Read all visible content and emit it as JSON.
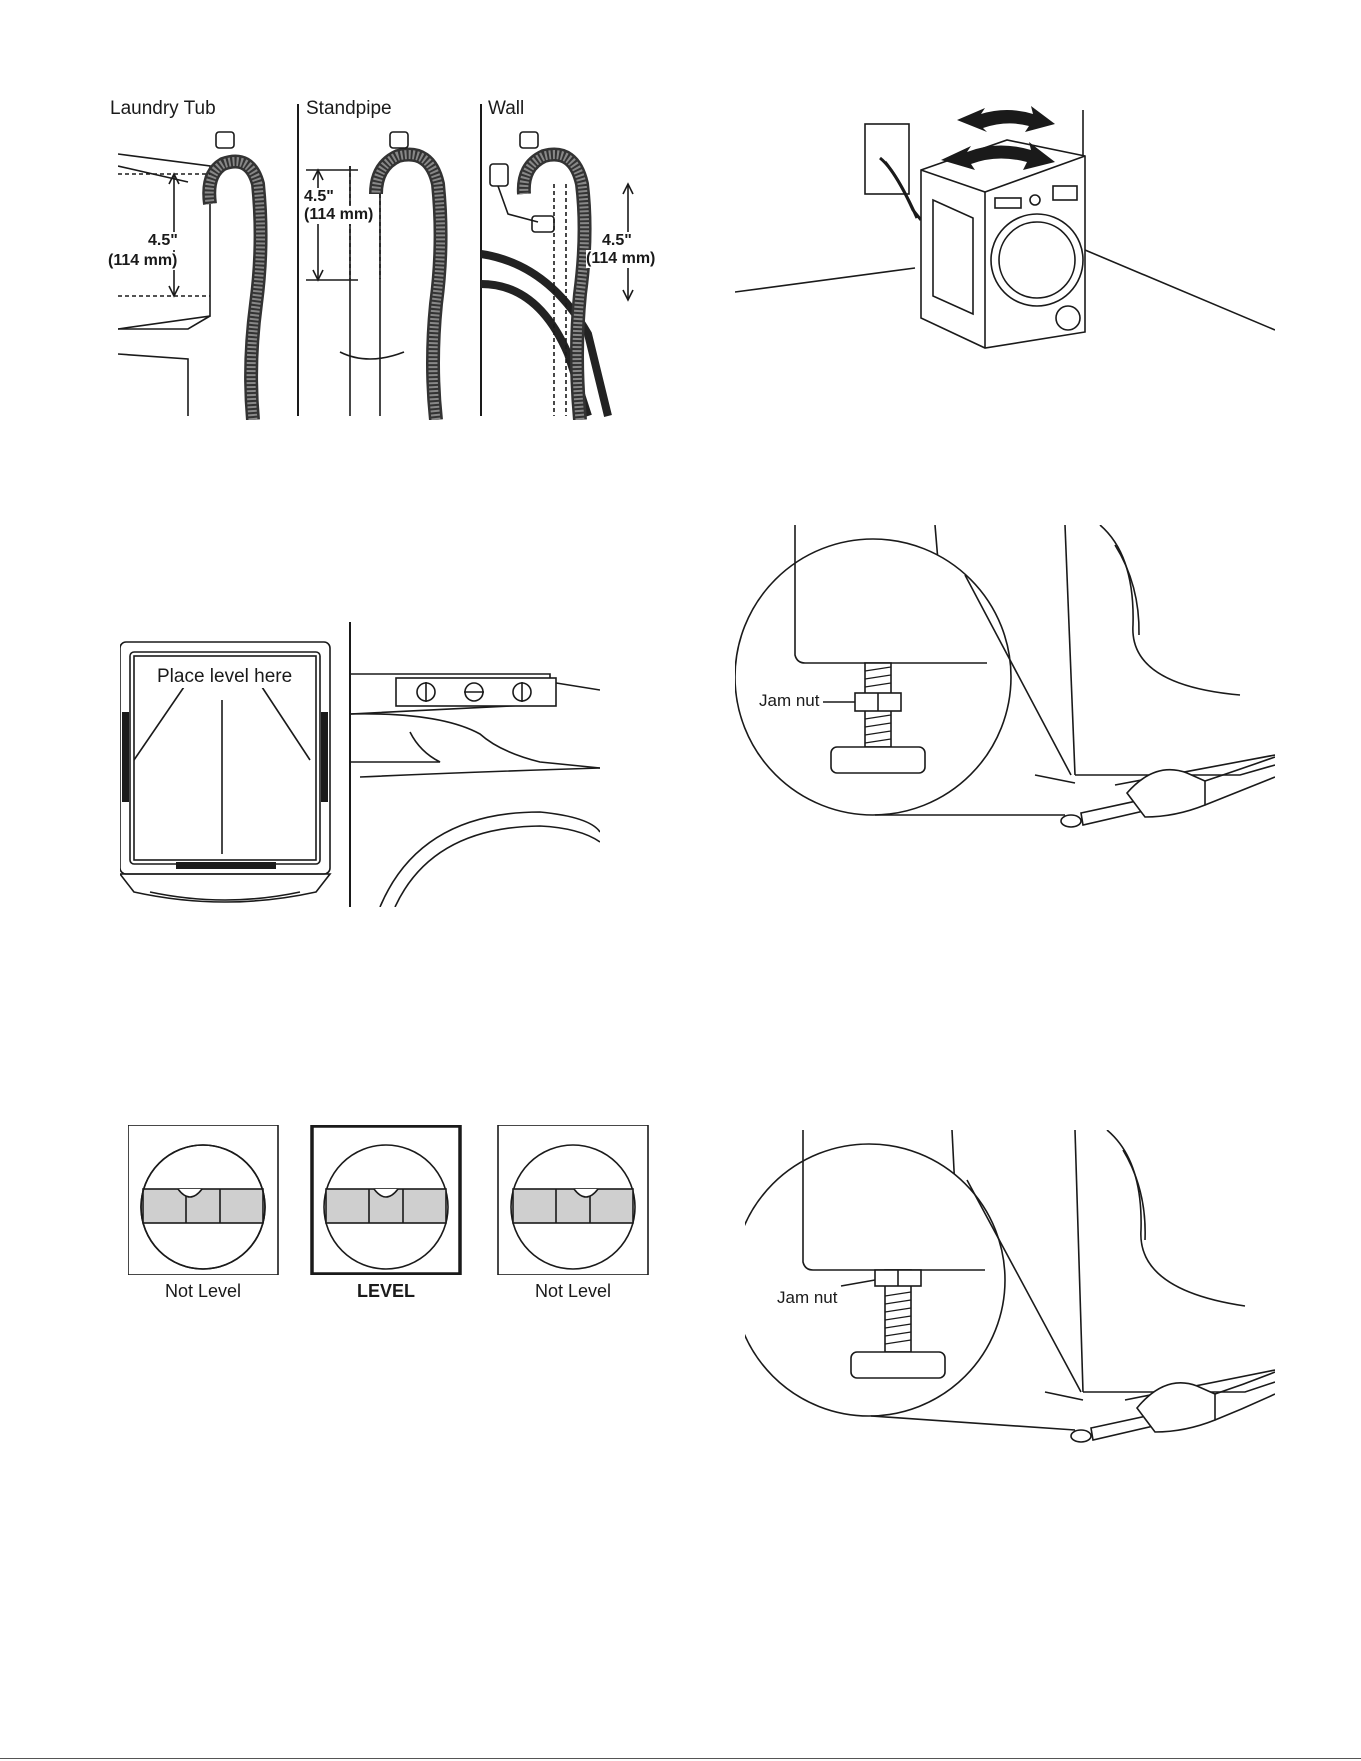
{
  "hose_figure": {
    "panels": [
      {
        "title": "Laundry Tub",
        "height_in": "4.5\"",
        "height_mm": "(114 mm)"
      },
      {
        "title": "Standpipe",
        "height_in": "4.5\"",
        "height_mm": "(114 mm)"
      },
      {
        "title": "Wall",
        "height_in": "4.5\"",
        "height_mm": "(114 mm)"
      }
    ]
  },
  "level_placement_figure": {
    "label": "Place level here"
  },
  "level_indicator_figure": {
    "states": [
      {
        "label": "Not Level",
        "highlighted": false,
        "bubble": "left"
      },
      {
        "label": "LEVEL",
        "highlighted": true,
        "bubble": "center"
      },
      {
        "label": "Not Level",
        "highlighted": false,
        "bubble": "right"
      }
    ]
  },
  "jam_nut_figures": [
    {
      "label": "Jam nut",
      "nut_position": "mid-bolt"
    },
    {
      "label": "Jam nut",
      "nut_position": "tightened-up"
    }
  ]
}
